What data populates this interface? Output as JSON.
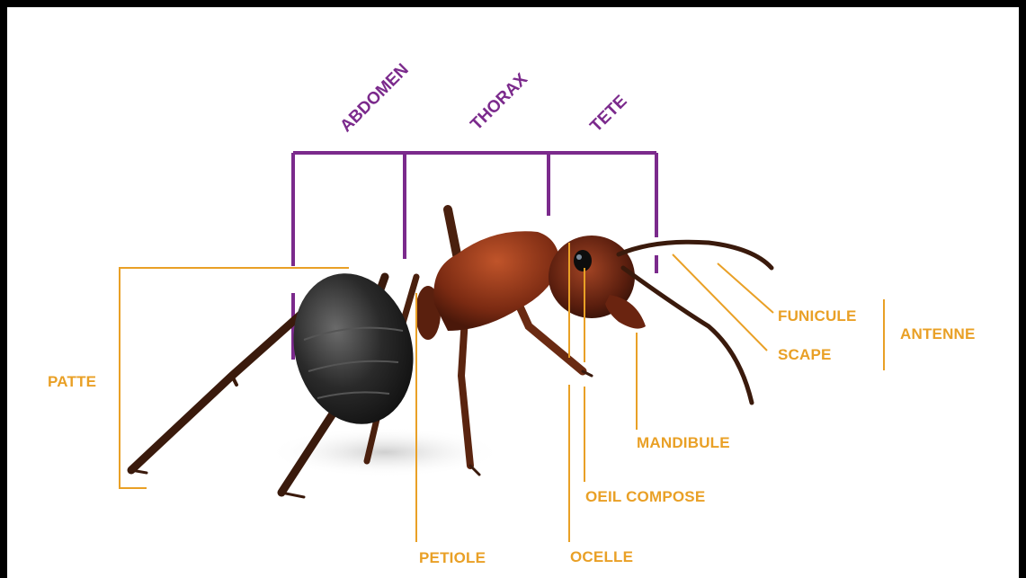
{
  "sections": {
    "abdomen": "ABDOMEN",
    "thorax": "THORAX",
    "head": "TETE"
  },
  "labels": {
    "patte": "PATTE",
    "petiole": "PETIOLE",
    "ocelle": "OCELLE",
    "oeil_compose": "OEIL COMPOSE",
    "mandibule": "MANDIBULE",
    "scape": "SCAPE",
    "funicule": "FUNICULE",
    "antenne": "ANTENNE"
  },
  "colors": {
    "section_color": "#7b2a8c",
    "label_color": "#e9a026"
  }
}
